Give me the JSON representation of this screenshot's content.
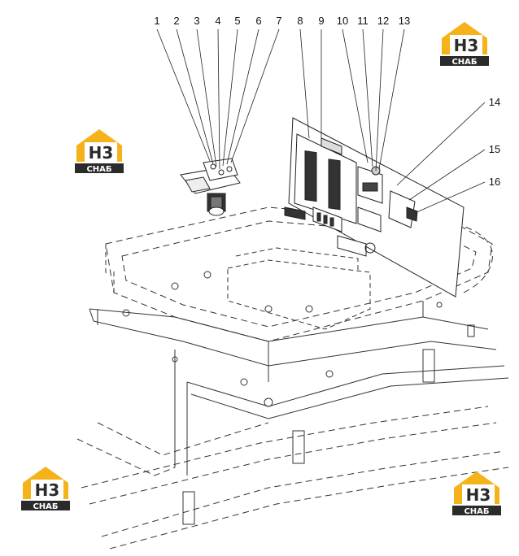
{
  "callouts": [
    "1",
    "2",
    "3",
    "4",
    "5",
    "6",
    "7",
    "8",
    "9",
    "10",
    "11",
    "12",
    "13",
    "14",
    "15",
    "16"
  ],
  "logo": {
    "mark": "H3",
    "sub": "СНАБ",
    "color_orange": "#f6b21a",
    "color_dark": "#2b2b2b"
  }
}
